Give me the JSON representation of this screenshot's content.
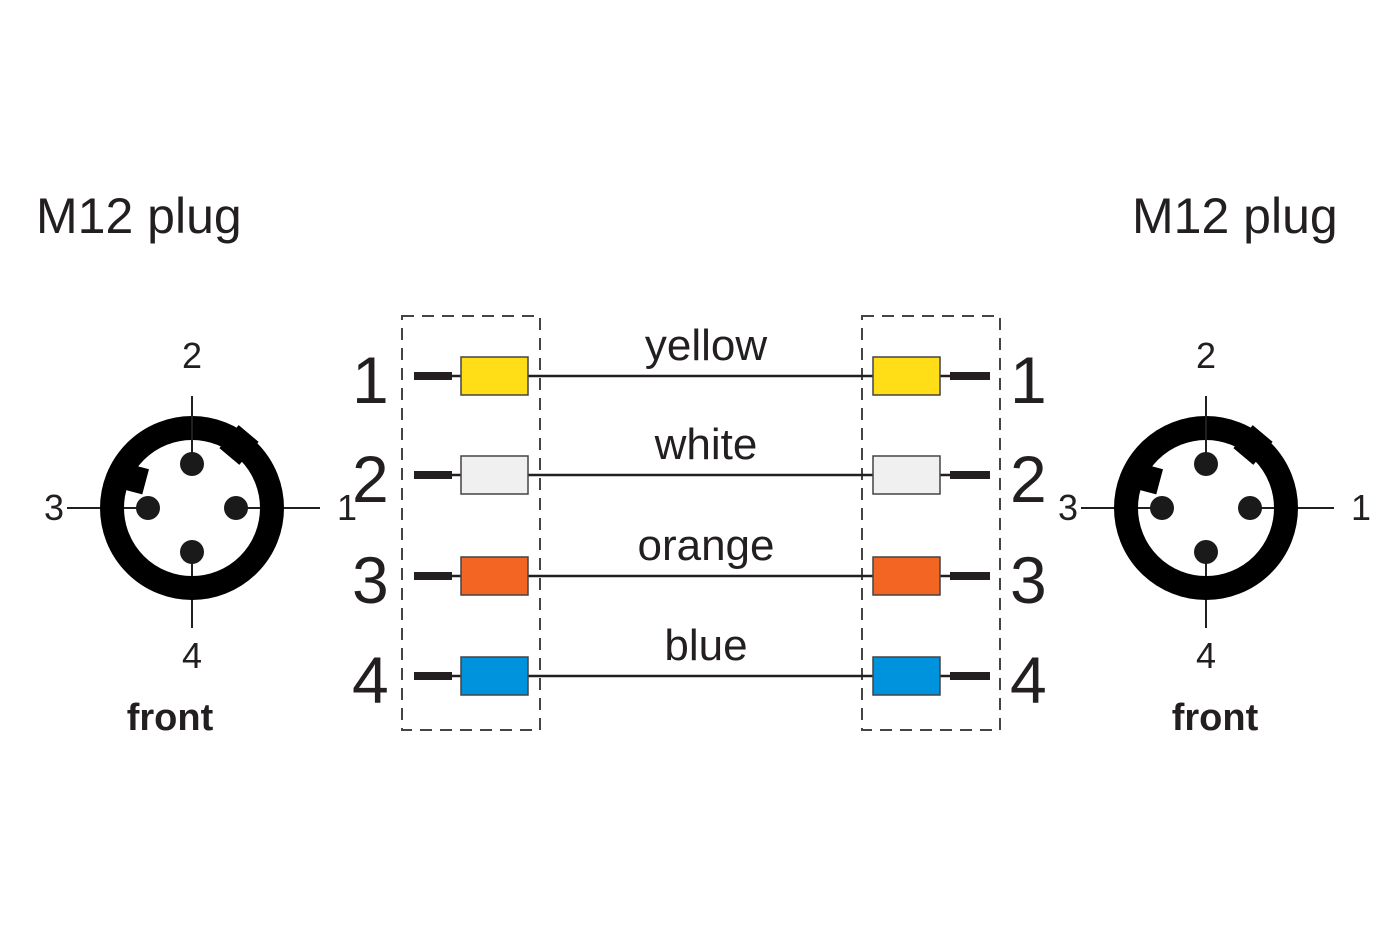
{
  "left_connector": {
    "title": "M12 plug",
    "caption": "front",
    "pins": [
      "1",
      "2",
      "3",
      "4"
    ]
  },
  "right_connector": {
    "title": "M12 plug",
    "caption": "front",
    "pins": [
      "1",
      "2",
      "3",
      "4"
    ]
  },
  "wires": [
    {
      "pin": "1",
      "color_name": "yellow",
      "color": "#FFDD17"
    },
    {
      "pin": "2",
      "color_name": "white",
      "color": "#F0F0F0"
    },
    {
      "pin": "3",
      "color_name": "orange",
      "color": "#F26522"
    },
    {
      "pin": "4",
      "color_name": "blue",
      "color": "#0093DD"
    }
  ]
}
